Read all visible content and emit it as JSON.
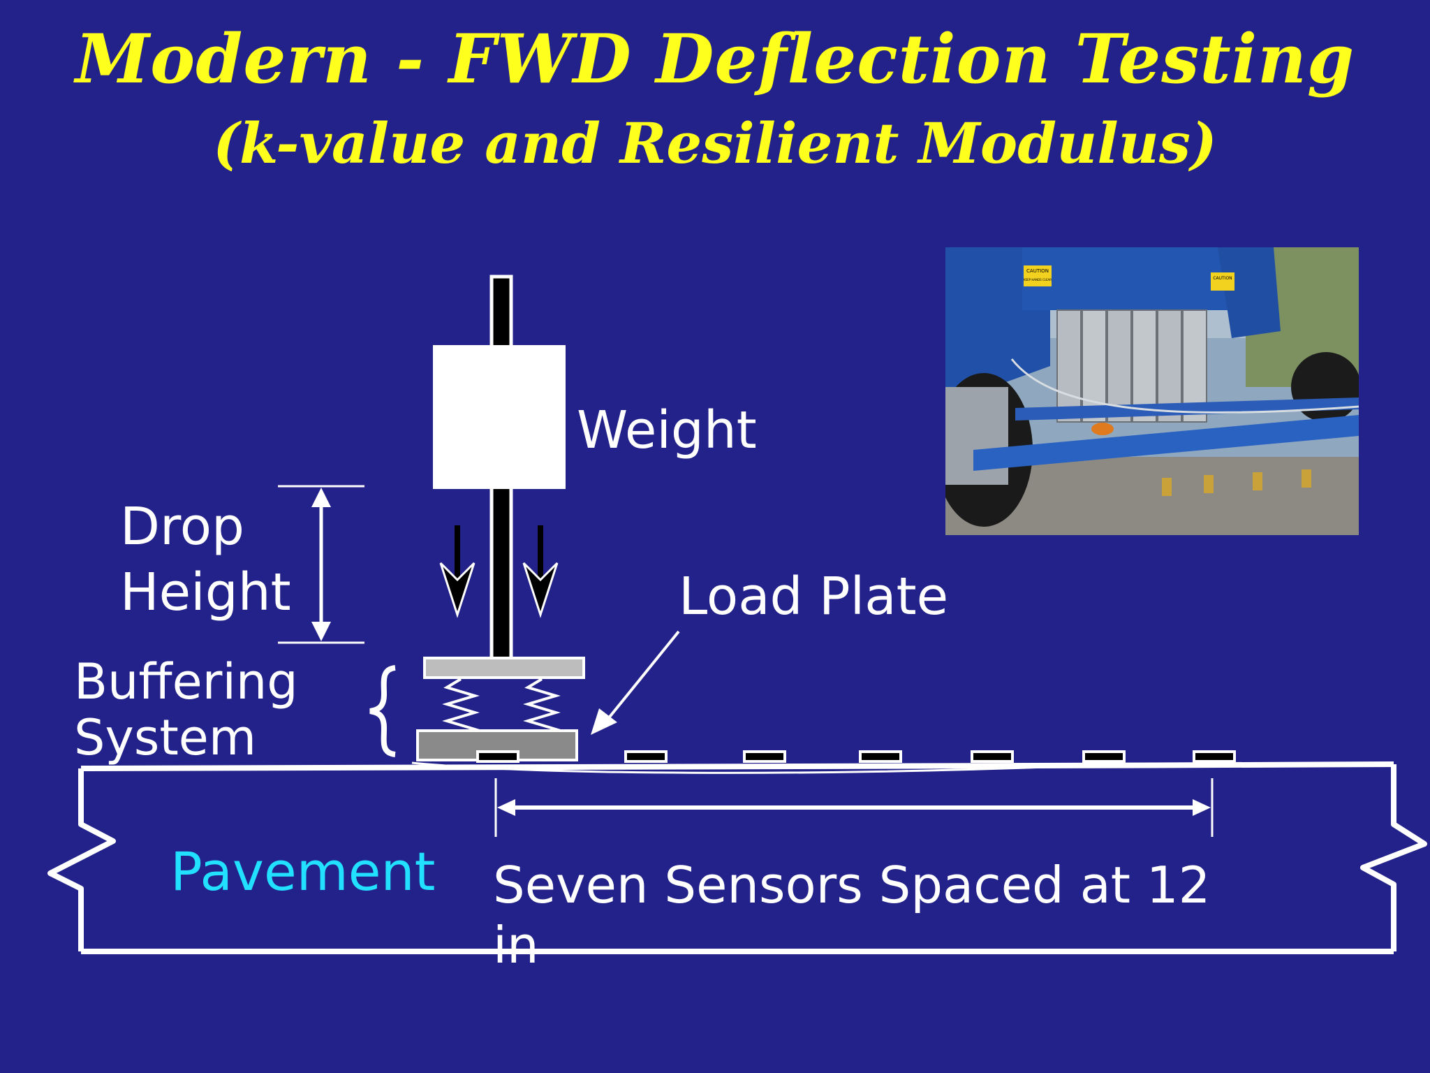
{
  "slide": {
    "title": "Modern - FWD Deflection Testing",
    "subtitle": "(k-value and Resilient Modulus)"
  },
  "labels": {
    "weight": "Weight",
    "drop_height_line1": "Drop",
    "drop_height_line2": "Height",
    "load_plate": "Load Plate",
    "buffering_line1": "Buffering",
    "buffering_line2": "System",
    "pavement": "Pavement",
    "sensors_line1": "Seven Sensors Spaced at 12",
    "sensors_line2": "in"
  },
  "photo_signs": {
    "sign_left": "CAUTION",
    "sign_left_small": "KEEP HANDS CLEAR",
    "sign_right": "CAUTION"
  },
  "colors": {
    "background": "#22228a",
    "title": "#ffff1e",
    "label": "#ffffff",
    "pavement_label": "#22e0ff"
  }
}
